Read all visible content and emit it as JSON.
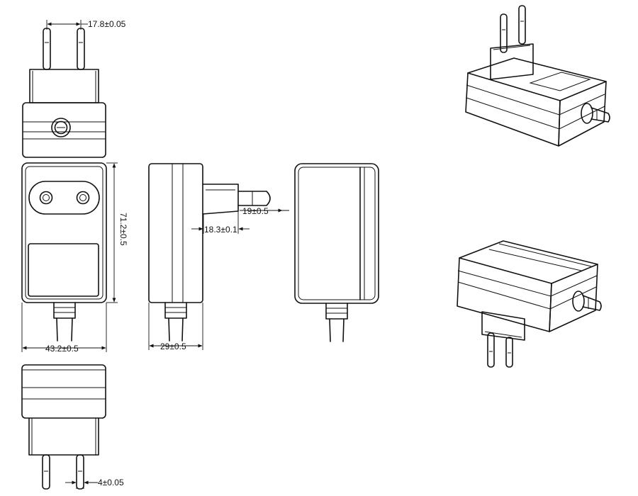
{
  "dimensions": {
    "pin_spacing": "17.8±0.05",
    "depth_to_pins": "19±0.5",
    "plug_offset": "18.3±0.1",
    "height": "71.2±0.5",
    "width": "43.2±0.5",
    "thickness": "29±0.5",
    "pin_diameter": "4±0.05"
  },
  "colors": {
    "line": "#111111",
    "background": "#ffffff"
  }
}
